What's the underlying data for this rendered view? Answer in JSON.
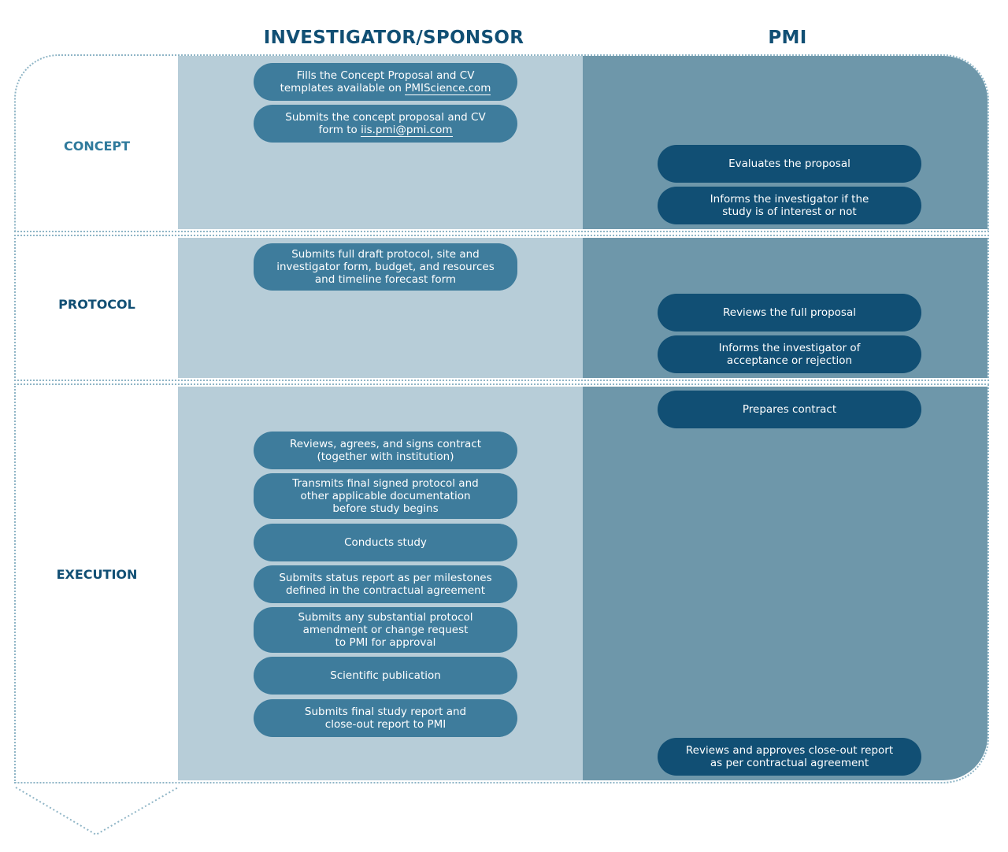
{
  "headers": {
    "investigator": "INVESTIGATOR/SPONSOR",
    "pmi": "PMI"
  },
  "bands": {
    "concept": "CONCEPT",
    "protocol": "PROTOCOL",
    "execution": "EXECUTION"
  },
  "concept": {
    "inv1_text": "Fills the Concept Proposal and CV\ntemplates available on ",
    "inv1_link": "PMIScience.com",
    "inv2_text": "Submits the concept proposal and CV\nform to ",
    "inv2_link": "iis.pmi@pmi.com",
    "pmi1": "Evaluates the proposal",
    "pmi2": "Informs the investigator if the\nstudy is of interest or not"
  },
  "protocol": {
    "inv1": "Submits full draft protocol, site and\ninvestigator form, budget, and resources\nand timeline forecast form",
    "pmi1": "Reviews the full proposal",
    "pmi2": "Informs the investigator of\nacceptance or rejection"
  },
  "execution": {
    "pmi1": "Prepares contract",
    "inv1": "Reviews, agrees, and signs contract\n(together with institution)",
    "inv2": "Transmits final signed protocol and\nother applicable documentation\nbefore study begins",
    "inv3": "Conducts study",
    "inv4": "Submits status report as per milestones\ndefined in the contractual agreement",
    "inv5": "Submits any substantial protocol\namendment or change request\nto PMI for approval",
    "inv6": "Scientific publication",
    "inv7": "Submits final study report and\nclose-out report to PMI",
    "pmi2": "Reviews and approves close-out report\nas per contractual agreement"
  }
}
